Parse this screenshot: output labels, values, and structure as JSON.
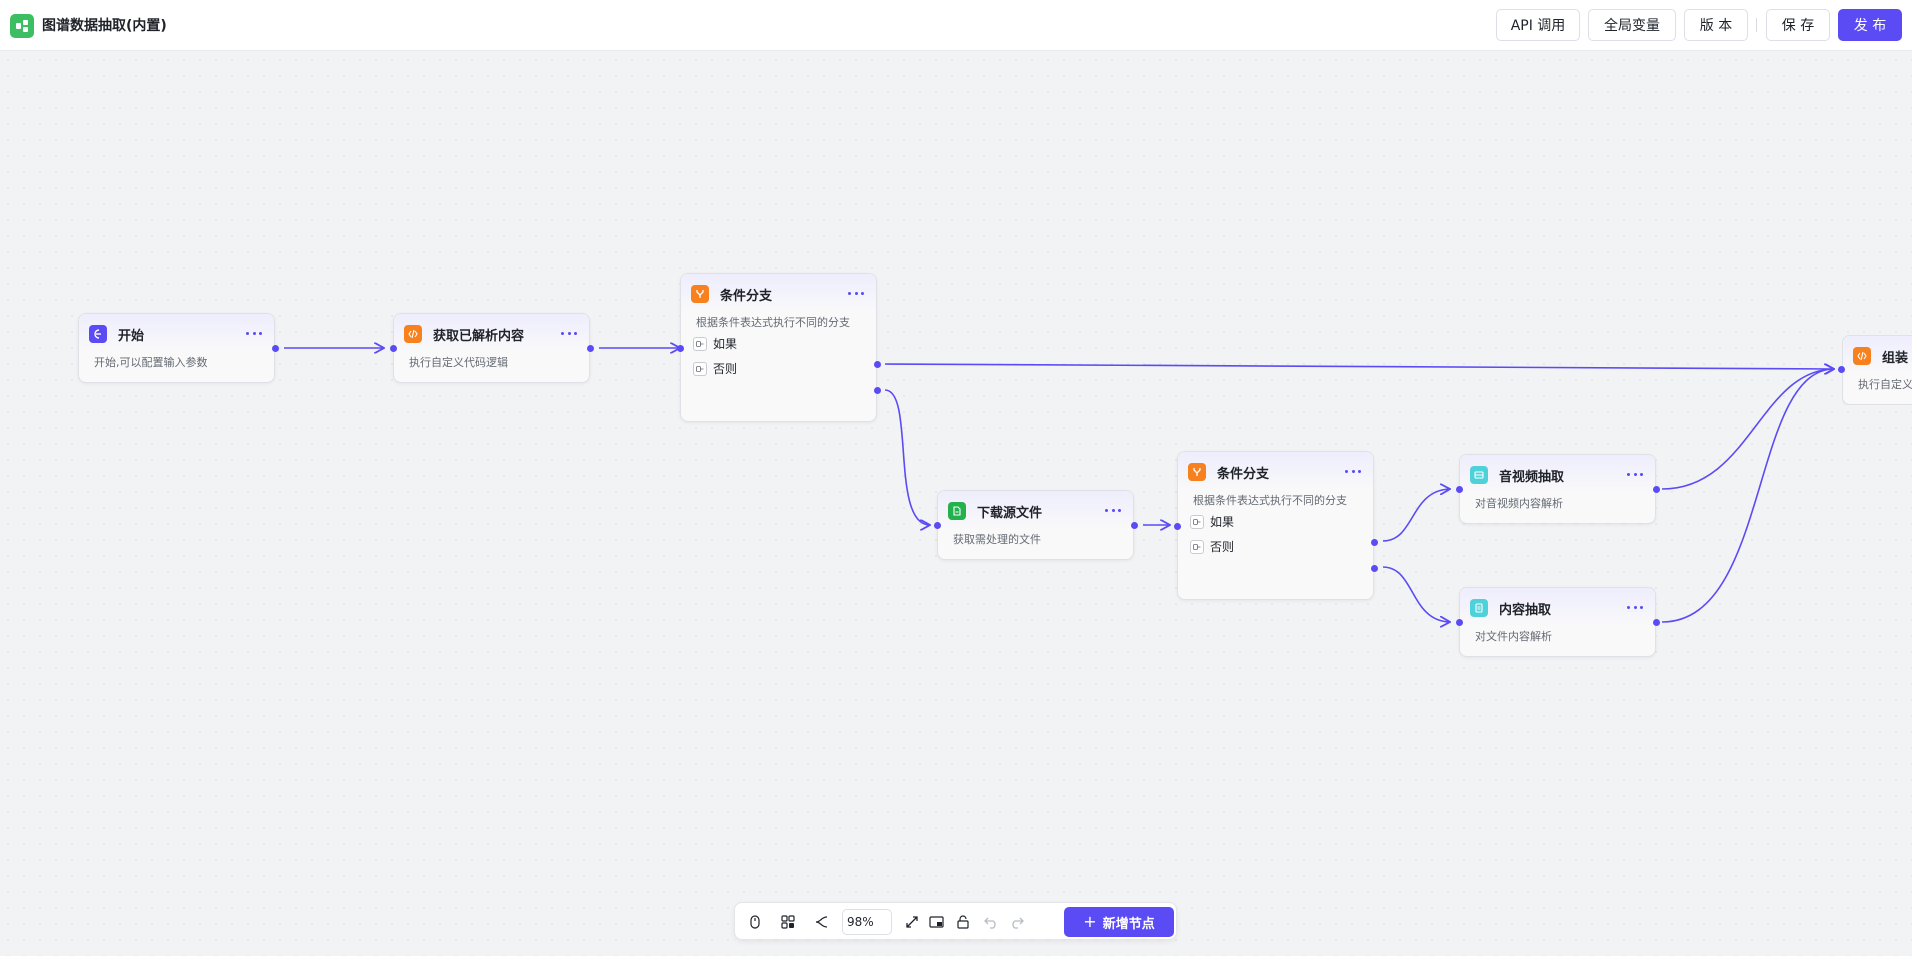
{
  "app": {
    "title": "图谱数据抽取(内置)"
  },
  "header": {
    "api_label": "API 调用",
    "vars_label": "全局变量",
    "version_label": "版 本",
    "save_label": "保 存",
    "publish_label": "发 布"
  },
  "nodes": {
    "start": {
      "title": "开始",
      "desc": "开始,可以配置输入参数",
      "icon": "start-icon"
    },
    "get_parsed": {
      "title": "获取已解析内容",
      "desc": "执行自定义代码逻辑",
      "icon": "code-icon"
    },
    "cond1": {
      "title": "条件分支",
      "desc": "根据条件表达式执行不同的分支",
      "if_label": "如果",
      "else_label": "否则",
      "icon": "branch-icon"
    },
    "download": {
      "title": "下载源文件",
      "desc": "获取需处理的文件",
      "icon": "file-icon"
    },
    "cond2": {
      "title": "条件分支",
      "desc": "根据条件表达式执行不同的分支",
      "if_label": "如果",
      "else_label": "否则",
      "icon": "branch-icon"
    },
    "av_extract": {
      "title": "音视频抽取",
      "desc": "对音视频内容解析",
      "icon": "media-icon"
    },
    "content_extract": {
      "title": "内容抽取",
      "desc": "对文件内容解析",
      "icon": "document-icon"
    },
    "assemble": {
      "title": "组装",
      "desc": "执行自定义",
      "icon": "code-icon"
    }
  },
  "toolbar": {
    "zoom": "98%",
    "add_node_label": "新增节点"
  },
  "colors": {
    "accent": "#5b4bf5",
    "start_icon": "#5b4bf5",
    "code_icon": "#f7811e",
    "branch_icon": "#f7811e",
    "file_icon": "#22b14c",
    "media_icon": "#4fd1d9"
  }
}
